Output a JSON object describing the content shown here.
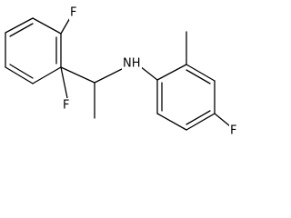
{
  "structure": {
    "atom_labels": {
      "f_top": "F",
      "f_bottom": "F",
      "nh": "NH",
      "f_right": "F"
    }
  }
}
